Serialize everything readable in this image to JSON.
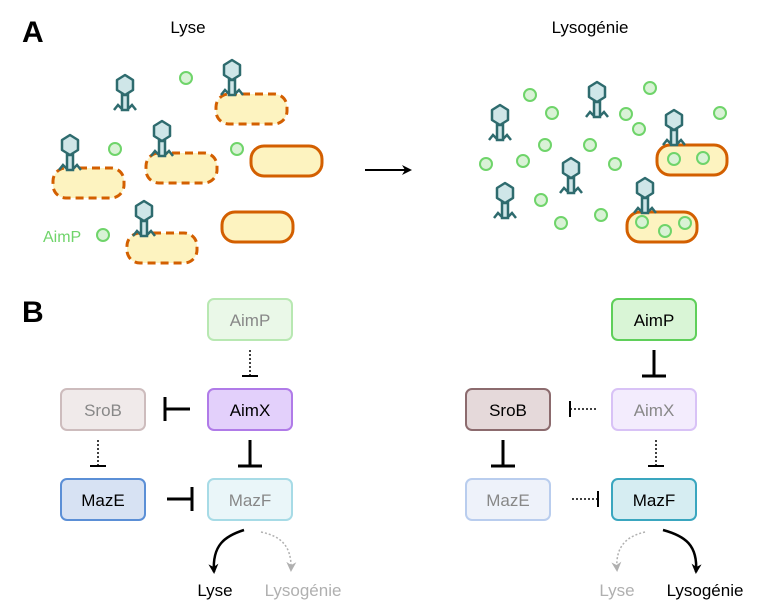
{
  "panel_a": {
    "label": "A",
    "lyse_title": "Lyse",
    "lysogeny_title": "Lysogénie",
    "aimp_legend": "AimP"
  },
  "panel_b": {
    "label": "B",
    "left": {
      "aimp": "AimP",
      "aimx": "AimX",
      "srob": "SroB",
      "maze": "MazE",
      "mazf": "MazF",
      "outcome_active": "Lyse",
      "outcome_inactive": "Lysogénie"
    },
    "right": {
      "aimp": "AimP",
      "aimx": "AimX",
      "srob": "SroB",
      "maze": "MazE",
      "mazf": "MazF",
      "outcome_inactive": "Lyse",
      "outcome_active": "Lysogénie"
    }
  },
  "colors": {
    "phage_fill": "#cfe6e8",
    "phage_stroke": "#2e6b6e",
    "cell_fill": "#fdf3c0",
    "cell_stroke": "#d35f00",
    "aimp_dot_fill": "#d9f2d6",
    "aimp_dot_stroke": "#6fd46a",
    "aimp_box": "#d9f5d6",
    "aimx_box": "#e3d0fb",
    "srob_box": "#e5d9da",
    "maze_box": "#d7e2f3",
    "mazf_box": "#d6edf2"
  }
}
